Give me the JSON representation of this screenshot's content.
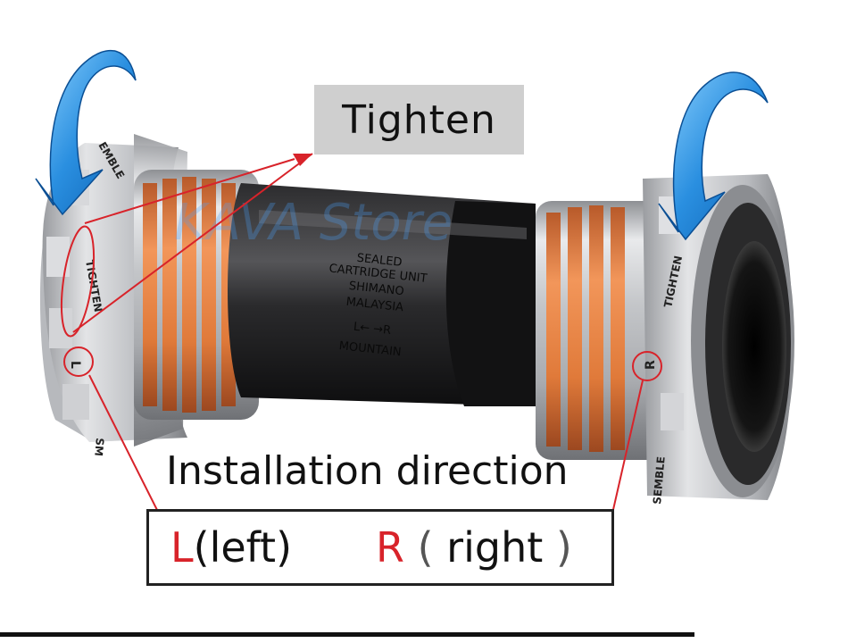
{
  "labels": {
    "tighten": "Tighten",
    "installation_direction": "Installation direction",
    "left_letter": "L",
    "left_word": "(left)",
    "right_letter": "R",
    "right_word_open": "(",
    "right_word": "right",
    "right_word_close": ")"
  },
  "product_text": {
    "line1": "SEALED",
    "line2": "CARTRIDGE UNIT",
    "line3": "SHIMANO",
    "line4": "MALAYSIA",
    "line5": "L←    →R",
    "line6": "MOUNTAIN"
  },
  "cup_text": {
    "left_tighten": "TIGHTEN",
    "left_side": "L",
    "right_tighten": "TIGHTEN",
    "right_side": "R",
    "left_assemble": "EMBLE",
    "right_assemble": "SEMBLE",
    "left_bottom": "SM"
  },
  "watermark": "KAVA Store",
  "colors": {
    "annotation_red": "#d8232a",
    "label_grey": "#cfcfcf",
    "arrow_blue": "#2a8fe0",
    "seal_orange": "#e07a3a",
    "sleeve_black": "#1a1a1a",
    "cup_silver": "#c8c9cc"
  },
  "icons": [
    "curved-arrow-left-icon",
    "curved-arrow-right-icon"
  ]
}
